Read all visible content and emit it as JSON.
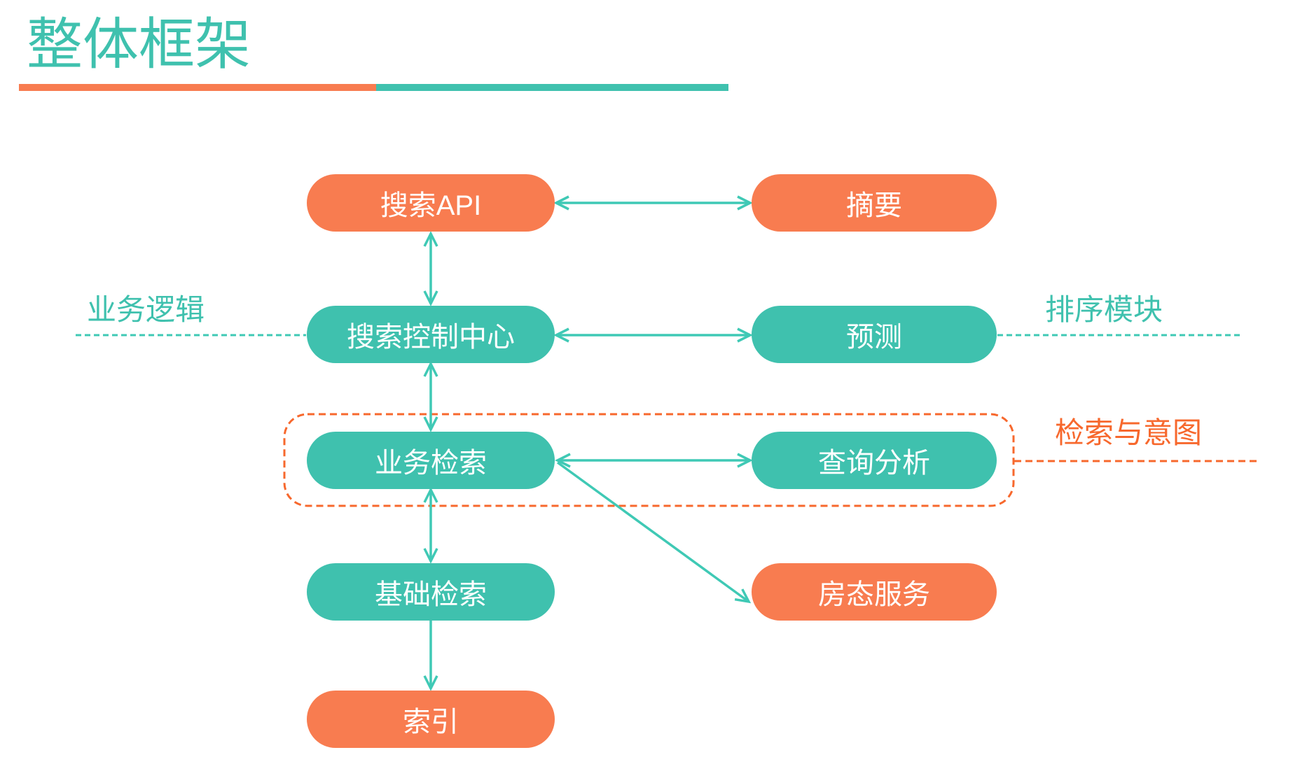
{
  "title": {
    "text": "整体框架"
  },
  "nodes": {
    "search_api": {
      "label": "搜索API",
      "color_role": "orange"
    },
    "summary": {
      "label": "摘要",
      "color_role": "orange"
    },
    "search_control_center": {
      "label": "搜索控制中心",
      "color_role": "teal"
    },
    "prediction": {
      "label": "预测",
      "color_role": "teal"
    },
    "business_retrieval": {
      "label": "业务检索",
      "color_role": "teal"
    },
    "query_analysis": {
      "label": "查询分析",
      "color_role": "teal"
    },
    "basic_retrieval": {
      "label": "基础检索",
      "color_role": "teal"
    },
    "room_status_service": {
      "label": "房态服务",
      "color_role": "orange"
    },
    "index": {
      "label": "索引",
      "color_role": "orange"
    }
  },
  "section_labels": {
    "business_logic": "业务逻辑",
    "ranking_module": "排序模块",
    "retrieval_and_intent": "检索与意图"
  },
  "edges": [
    {
      "from": "搜索API",
      "to": "摘要",
      "style": "double-arrow"
    },
    {
      "from": "搜索API",
      "to": "搜索控制中心",
      "style": "double-arrow"
    },
    {
      "from": "搜索控制中心",
      "to": "预测",
      "style": "double-arrow"
    },
    {
      "from": "搜索控制中心",
      "to": "业务检索",
      "style": "double-arrow"
    },
    {
      "from": "业务检索",
      "to": "查询分析",
      "style": "double-arrow"
    },
    {
      "from": "业务检索",
      "to": "基础检索",
      "style": "double-arrow"
    },
    {
      "from": "业务检索",
      "to": "房态服务",
      "style": "single-arrow"
    },
    {
      "from": "基础检索",
      "to": "索引",
      "style": "single-arrow"
    }
  ],
  "groups": [
    {
      "label_ref": "retrieval_and_intent",
      "members": [
        "业务检索",
        "查询分析"
      ],
      "style": "orange-dashed-box"
    }
  ],
  "colors": {
    "teal": "#3FC1AE",
    "teal_line": "#3FC9B5",
    "orange": "#F87C50",
    "orange_accent": "#F7682D",
    "node_text": "#FFFFFF",
    "background": "#FFFFFF"
  }
}
